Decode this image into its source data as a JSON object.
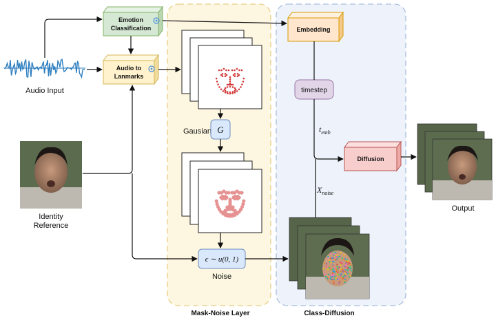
{
  "labels": {
    "audio_input": "Audio Input",
    "identity_line1": "Identity",
    "identity_line2": "Reference",
    "emotion_line1": "Emotion",
    "emotion_line2": "Classification",
    "a2l_line1": "Audio to",
    "a2l_line2": "Lanmarks",
    "gaussian": "Gausian",
    "g": "G",
    "noise_formula": "ϵ ∼ u(0, 1)",
    "noise": "Noise",
    "embedding": "Embedding",
    "timestep": "timestep",
    "t_emb": "t",
    "t_emb_sub": "emb",
    "x_noise": "X",
    "x_noise_sub": "noise",
    "diffusion": "Diffusion",
    "output": "Output",
    "mask_noise_layer": "Mask-Noise Layer",
    "class_diffusion": "Class-Diffusion"
  },
  "colors": {
    "green_box": "#d5e8d4",
    "yellow_box": "#fff2cc",
    "orange_box": "#ffe6cc",
    "purple_box": "#e1d5e7",
    "pink_box": "#f8cecc",
    "blue_box": "#dae8fc",
    "yellow_panel": "#fdf6e0",
    "blue_panel": "#eef3fb",
    "waveform": "#2f7fbf",
    "landmark_dots": "#d23a3a"
  },
  "icons": [
    "openai-icon",
    "openai-icon"
  ]
}
